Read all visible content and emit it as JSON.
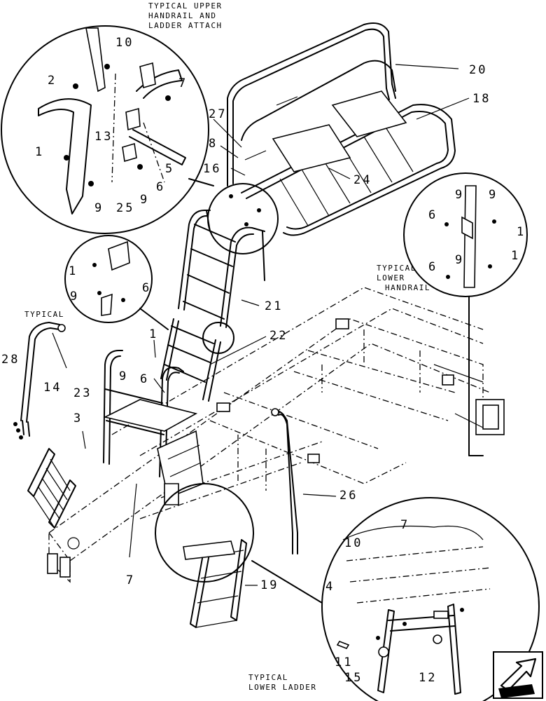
{
  "captions": {
    "upper_attach": [
      "TYPICAL UPPER",
      "HANDRAIL AND",
      "LADDER ATTACH"
    ],
    "lower_handrail": [
      "TYPICAL",
      "LOWER",
      "HANDRAIL"
    ],
    "typical": "TYPICAL",
    "lower_ladder": [
      "TYPICAL",
      "LOWER LADDER"
    ]
  },
  "callouts": {
    "c20": "20",
    "c18": "18",
    "c27": "27",
    "c8": "8",
    "c16": "16",
    "c24": "24",
    "c21": "21",
    "c22": "22",
    "c23": "23",
    "c26": "26",
    "c19": "19",
    "c28": "28",
    "c14": "14",
    "c3": "3",
    "lh_9a": "9",
    "lh_9b": "9",
    "lh_6a": "6",
    "lh_1a": "1",
    "lh_6b": "6",
    "lh_9c": "9",
    "lh_1b": "1",
    "ua_10": "10",
    "ua_2": "2",
    "ua_7": "7",
    "ua_13": "13",
    "ua_1": "1",
    "ua_5": "5",
    "ua_6": "6",
    "ua_9a": "9",
    "ua_25": "25",
    "ua_9b": "9",
    "sm_1": "1",
    "sm_9": "9",
    "sm_6": "6",
    "mid_1": "1",
    "mid_9": "9",
    "mid_6": "6",
    "bot_7": "7",
    "ll_10": "10",
    "ll_7": "7",
    "ll_4": "4",
    "ll_11": "11",
    "ll_15": "15",
    "ll_12": "12"
  },
  "icons": {
    "nav": "arrow-icon"
  }
}
